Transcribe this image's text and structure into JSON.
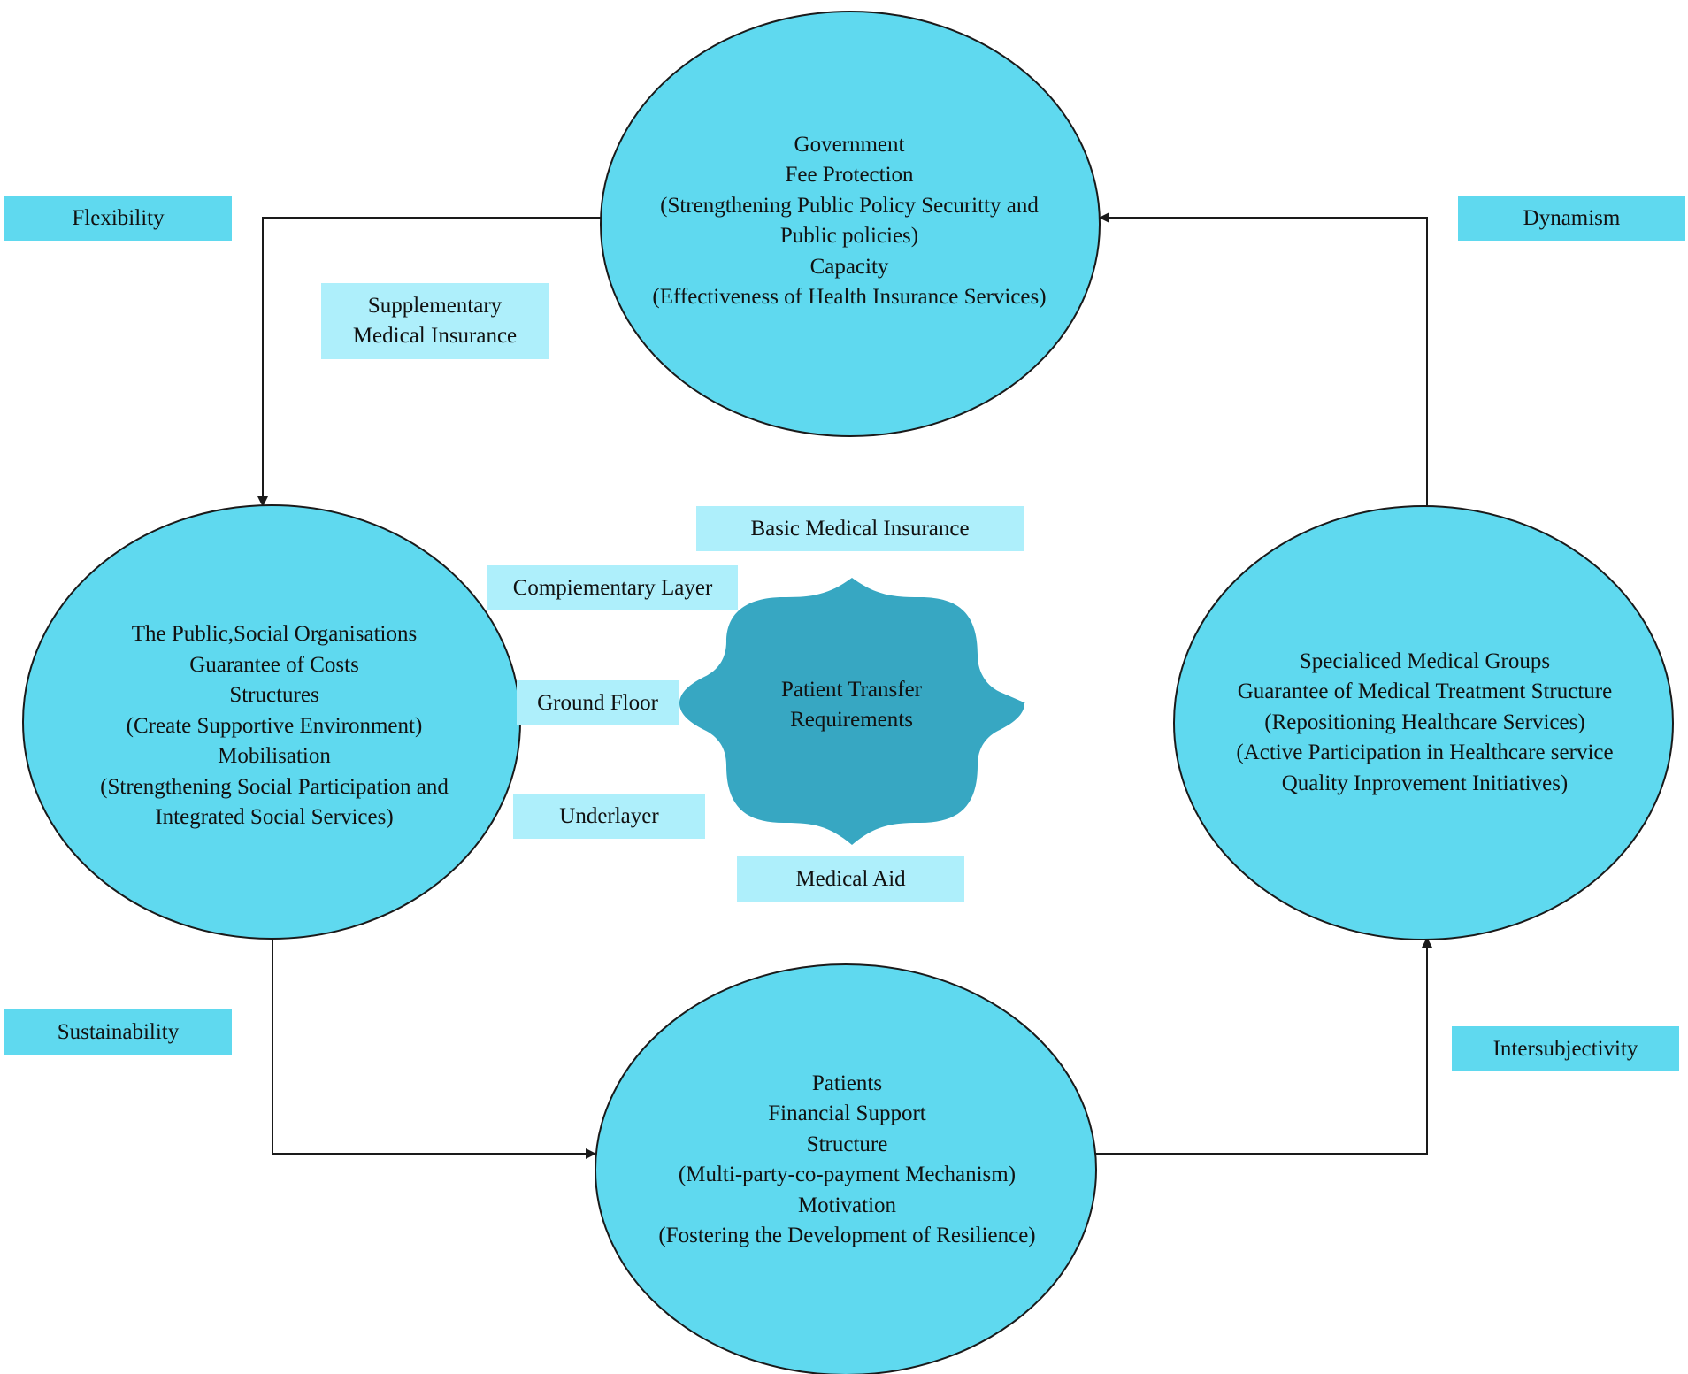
{
  "palette": {
    "circle_fill": "#5fd9ef",
    "circle_stroke": "#1a1a1a",
    "cloud_fill": "#37a7c2",
    "tag_dark": "#5fd9ef",
    "tag_light": "#aeeffb",
    "arrow": "#1a1a1a"
  },
  "nodes": {
    "top": {
      "lines": [
        "Government",
        "Fee Protection",
        "(Strengthening Public Policy Securitty and",
        "Public policies)",
        "Capacity",
        "(Effectiveness of Health Insurance Services)"
      ]
    },
    "left": {
      "lines": [
        "The Public,Social Organisations",
        "Guarantee of Costs",
        "Structures",
        "(Create Supportive Environment)",
        "Mobilisation",
        "(Strengthening Social Participation and",
        "Integrated Social Services)"
      ]
    },
    "right": {
      "lines": [
        "Specialiced Medical Groups",
        "Guarantee of Medical  Treatment Structure",
        "(Repositioning Healthcare Services)",
        "(Active Participation in Healthcare service",
        "Quality Inprovement Initiatives)"
      ]
    },
    "bottom": {
      "lines": [
        "Patients",
        "Financial Support",
        "Structure",
        "(Multi-party-co-payment Mechanism)",
        "Motivation",
        "(Fostering the Development of Resilience)"
      ]
    },
    "center": {
      "lines": [
        "Patient Transfer",
        "Requirements"
      ]
    }
  },
  "tags": {
    "flexibility": "Flexibility",
    "dynamism": "Dynamism",
    "sustainability": "Sustainability",
    "intersubjectivity": "Intersubjectivity",
    "supplementary": [
      "Supplementary",
      "Medical Insurance"
    ],
    "basic": "Basic Medical Insurance",
    "complementary": "Compiementary Layer",
    "ground": "Ground Floor",
    "underlayer": "Underlayer",
    "aid": "Medical Aid"
  }
}
